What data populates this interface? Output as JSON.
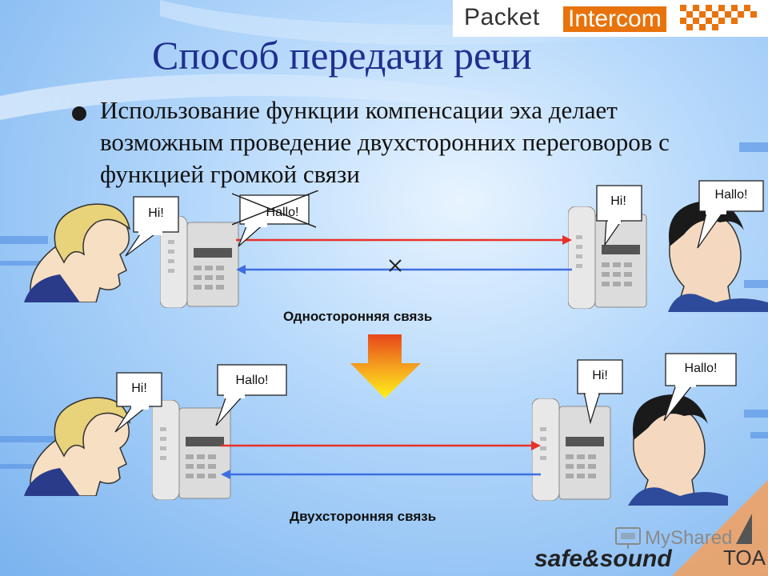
{
  "slide": {
    "title": "Способ передачи речи",
    "bullet": "Использование функции компенсации эха делает возможным проведение двухсторонних переговоров с функцией громкой связи",
    "logo": {
      "packet": "Packet",
      "intercom": "Intercom"
    },
    "top_scene": {
      "left_bubble_hi": "Hi!",
      "left_bubble_hallo": "Hallo!",
      "right_bubble_hi": "Hi!",
      "right_bubble_hallo": "Hallo!",
      "caption": "Односторонняя связь"
    },
    "bottom_scene": {
      "left_bubble_hi": "Hi!",
      "left_bubble_hallo": "Hallo!",
      "right_bubble_hi": "Hi!",
      "right_bubble_hallo": "Hallo!",
      "caption": "Двухсторонняя связь"
    },
    "brand": {
      "watermark": "MyShared",
      "safe_sound": "safe&sound",
      "toa": "TOA"
    },
    "colors": {
      "title": "#1f2f8f",
      "red_arrow": "#e8312a",
      "blue_arrow": "#3e6ee0",
      "accent_orange": "#e8730c"
    }
  }
}
